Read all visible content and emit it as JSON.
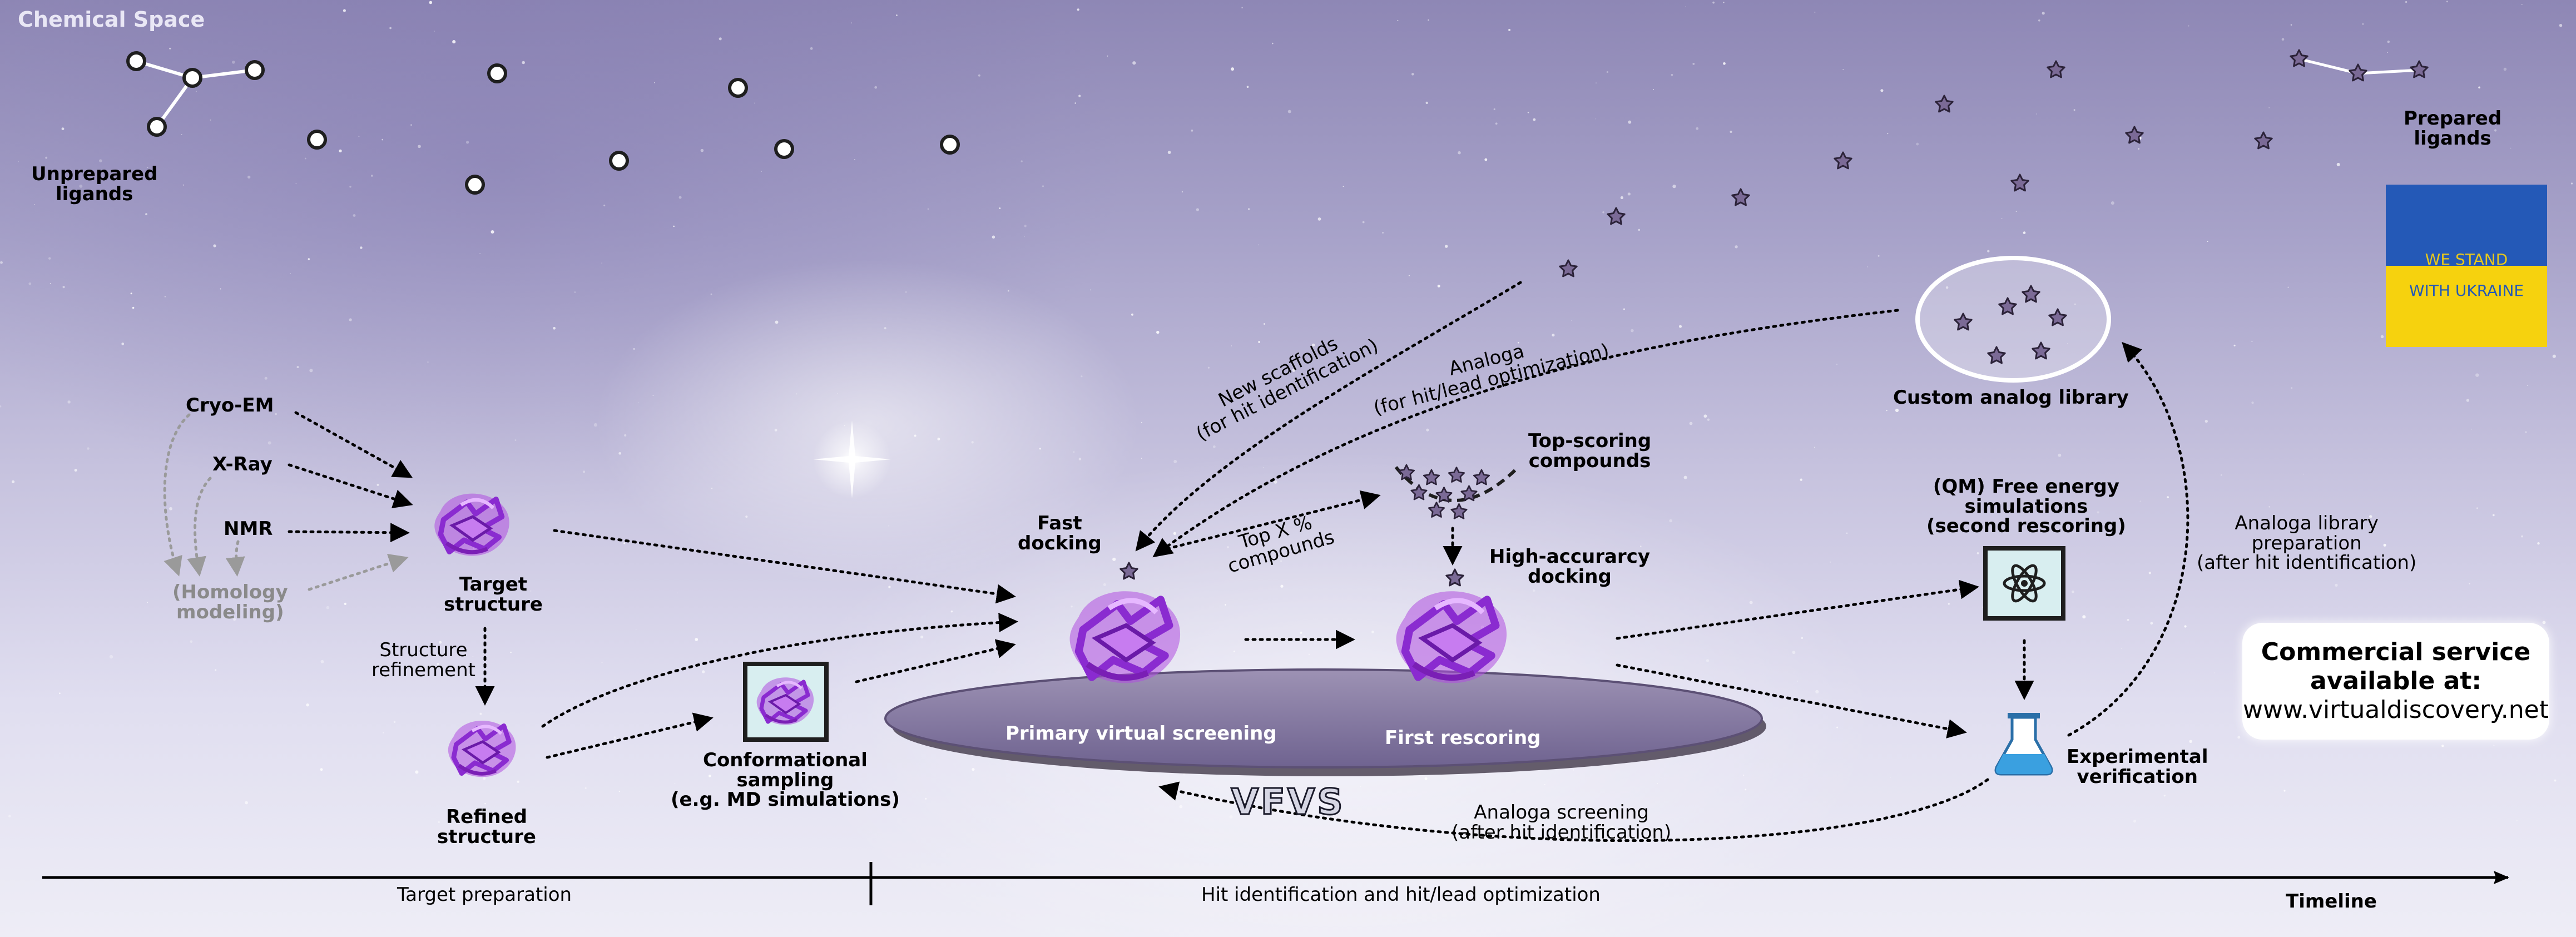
{
  "space_title": "Chemical Space",
  "unprepared_ligands": "Unprepared\nligands",
  "prepared_ligands": "Prepared\nligands",
  "ukraine": {
    "line1": "WE STAND",
    "line2": "WITH UKRAINE"
  },
  "commercial": {
    "line1": "Commercial service",
    "line2": "available at:",
    "url": "www.virtualdiscovery.net"
  },
  "target_sources": {
    "cryo_em": "Cryo-EM",
    "xray": "X-Ray",
    "nmr": "NMR",
    "homology": "(Homology\nmodeling)"
  },
  "target_structure": "Target\nstructure",
  "structure_refinement": "Structure\nrefinement",
  "refined_structure": "Refined\nstructure",
  "conformational_sampling": "Conformational\nsampling\n(e.g. MD simulations)",
  "fast_docking": "Fast\ndocking",
  "new_scaffolds": "New scaffolds\n(for hit identification)",
  "analoga_opt": "Analoga\n(for hit/lead optimization)",
  "top_x": "Top X %\ncompounds",
  "top_scoring": "Top-scoring\ncompounds",
  "high_accuracy": "High-accurarcy\ndocking",
  "custom_library": "Custom analog library",
  "free_energy": "(QM) Free energy\nsimulations\n(second rescoring)",
  "analoga_library_prep": "Analoga library\npreparation\n(after hit identification)",
  "primary_vs": "Primary virtual screening",
  "first_rescoring": "First rescoring",
  "vfvs": "VFVS",
  "experimental": "Experimental\nverification",
  "analoga_screening": "Analoga screening\n(after hit identification)",
  "timeline": {
    "target_prep": "Target preparation",
    "hit_id": "Hit identification and hit/lead optimization",
    "label": "Timeline"
  },
  "colors": {
    "protein": "#8a2bd0",
    "star_fill": "#6e5a8a",
    "disk": "#8d80a6",
    "flag_blue": "#2459b7",
    "flag_yellow": "#f6d20e",
    "flask": "#3aa0e0"
  }
}
